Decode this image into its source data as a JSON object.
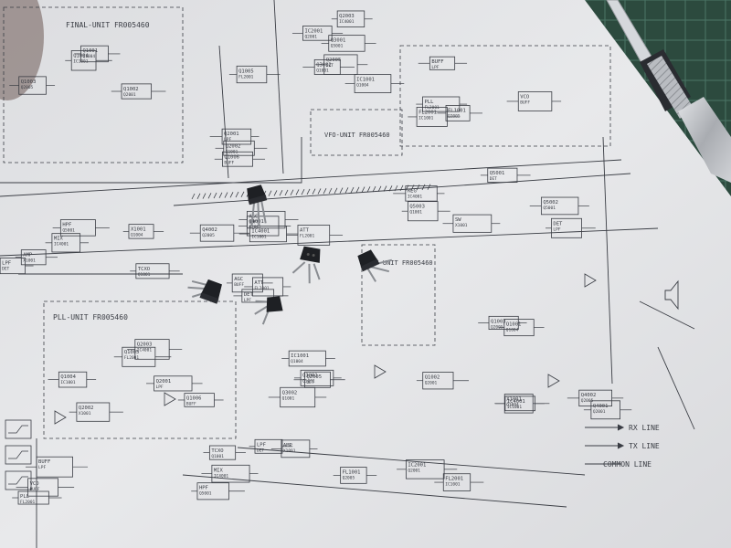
{
  "scene": {
    "colors": {
      "cutting_mat": "#2c4a3e",
      "mat_grid": "#4b7566",
      "paper": "#e6e7e9",
      "ink": "#3a3d44",
      "component_body": "#1e2024",
      "metal_handle": "#b9bcc1",
      "blade": "#d5d8dc"
    },
    "unit_labels": {
      "final_unit": "FINAL-UNIT FR005460",
      "pll_unit": "PLL-UNIT FR005460",
      "ref_unit": "REF-UNIT FR005460",
      "vfo_unit": "VFO-UNIT FR005460"
    },
    "line_labels": {
      "rx_line": "RX LINE",
      "tx_line": "TX LINE",
      "common_line": "COMMON LINE"
    },
    "block_labels": [
      "Q1001",
      "Q1002",
      "Q1003",
      "Q1004",
      "Q1005",
      "Q1006",
      "Q2001",
      "Q2002",
      "Q2003",
      "Q2005",
      "Q3001",
      "Q3002",
      "IC1001",
      "IC2001",
      "FL1001",
      "FL2001",
      "PLL",
      "VCO",
      "BUFF",
      "AMP",
      "MIX",
      "LPF",
      "HPF",
      "TCXO",
      "X1001",
      "Q4001",
      "Q4002",
      "IC4001",
      "ATT",
      "AGC",
      "DET",
      "SW",
      "REG",
      "Q5001",
      "Q5002",
      "Q5003"
    ]
  }
}
